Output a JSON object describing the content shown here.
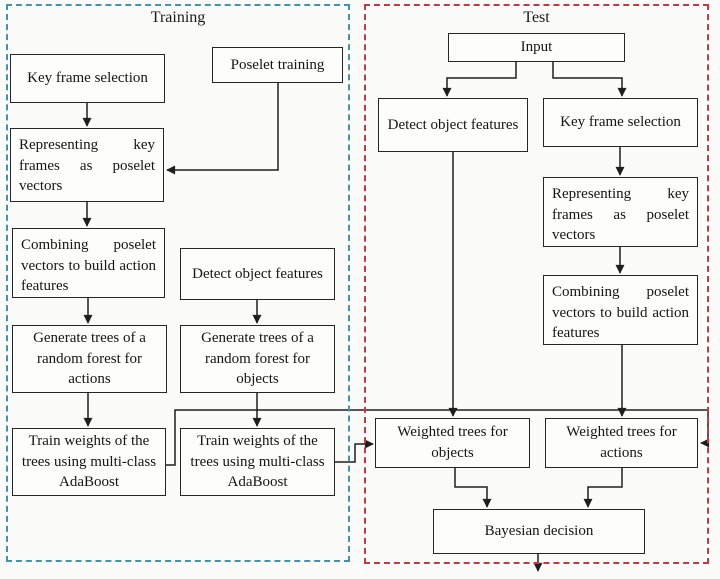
{
  "training": {
    "title": "Training",
    "boxes": {
      "key_frame_selection": "Key frame selection",
      "poselet_training": "Poselet training",
      "representing": "Representing key frames as poselet vectors",
      "combining": "Combining poselet vectors to build action features",
      "detect_object_features": "Detect object features",
      "generate_trees_actions": "Generate trees of a random forest for actions",
      "generate_trees_objects": "Generate trees of a random forest for objects",
      "train_weights_actions": "Train weights of the trees using multi-class AdaBoost",
      "train_weights_objects": "Train weights of the trees using multi-class AdaBoost"
    }
  },
  "test": {
    "title": "Test",
    "boxes": {
      "input": "Input",
      "detect_object_features": "Detect object features",
      "key_frame_selection": "Key frame selection",
      "representing": "Representing key frames as poselet vectors",
      "combining": "Combining poselet vectors to build action features",
      "weighted_trees_objects": "Weighted trees for objects",
      "weighted_trees_actions": "Weighted trees for actions",
      "bayesian_decision": "Bayesian decision"
    }
  },
  "colors": {
    "training_border": "#4294aa",
    "test_border": "#c03c44",
    "node_border": "#262626",
    "connector": "#1f1f1f",
    "background": "#fbfbf9"
  }
}
